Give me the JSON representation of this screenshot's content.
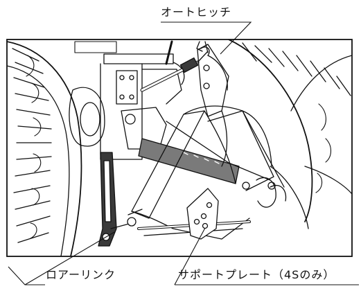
{
  "labels": {
    "auto_hitch": "オートヒッチ",
    "lower_link": "ロアーリンク",
    "support_plate": "サポートプレート（4Sのみ）"
  },
  "colors": {
    "line": "#111111",
    "fill_dark": "#3a3a3a",
    "fill_mid": "#7a7a7a",
    "background": "#ffffff"
  }
}
